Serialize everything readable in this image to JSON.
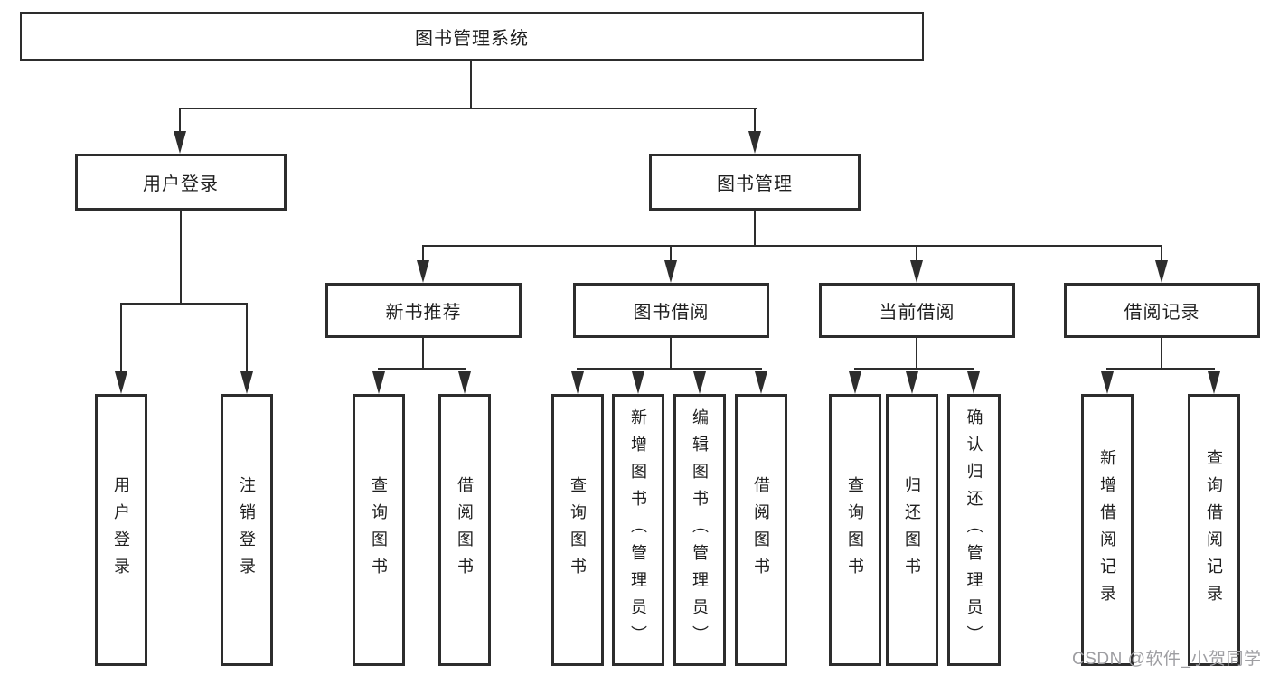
{
  "diagram": {
    "type": "hierarchy-flowchart",
    "root": {
      "label": "图书管理系统"
    },
    "level2": [
      {
        "label": "用户登录"
      },
      {
        "label": "图书管理"
      }
    ],
    "level3": [
      {
        "label": "新书推荐"
      },
      {
        "label": "图书借阅"
      },
      {
        "label": "当前借阅"
      },
      {
        "label": "借阅记录"
      }
    ],
    "leaves": {
      "user_login": [
        {
          "label": "用户登录"
        },
        {
          "label": "注销登录"
        }
      ],
      "new_book": [
        {
          "label": "查询图书"
        },
        {
          "label": "借阅图书"
        }
      ],
      "book_borrow": [
        {
          "label": "查询图书"
        },
        {
          "label": "新增图书（管理员）"
        },
        {
          "label": "编辑图书（管理员）"
        },
        {
          "label": "借阅图书"
        }
      ],
      "current_borrow": [
        {
          "label": "查询图书"
        },
        {
          "label": "归还图书"
        },
        {
          "label": "确认归还（管理员）"
        }
      ],
      "borrow_record": [
        {
          "label": "新增借阅记录"
        },
        {
          "label": "查询借阅记录"
        }
      ]
    },
    "colors": {
      "line": "#2d2d2d",
      "text": "#1f1f1f",
      "background": "#ffffff",
      "watermark": "#9e9ea2"
    }
  },
  "watermark": "CSDN @软件_小贺同学"
}
